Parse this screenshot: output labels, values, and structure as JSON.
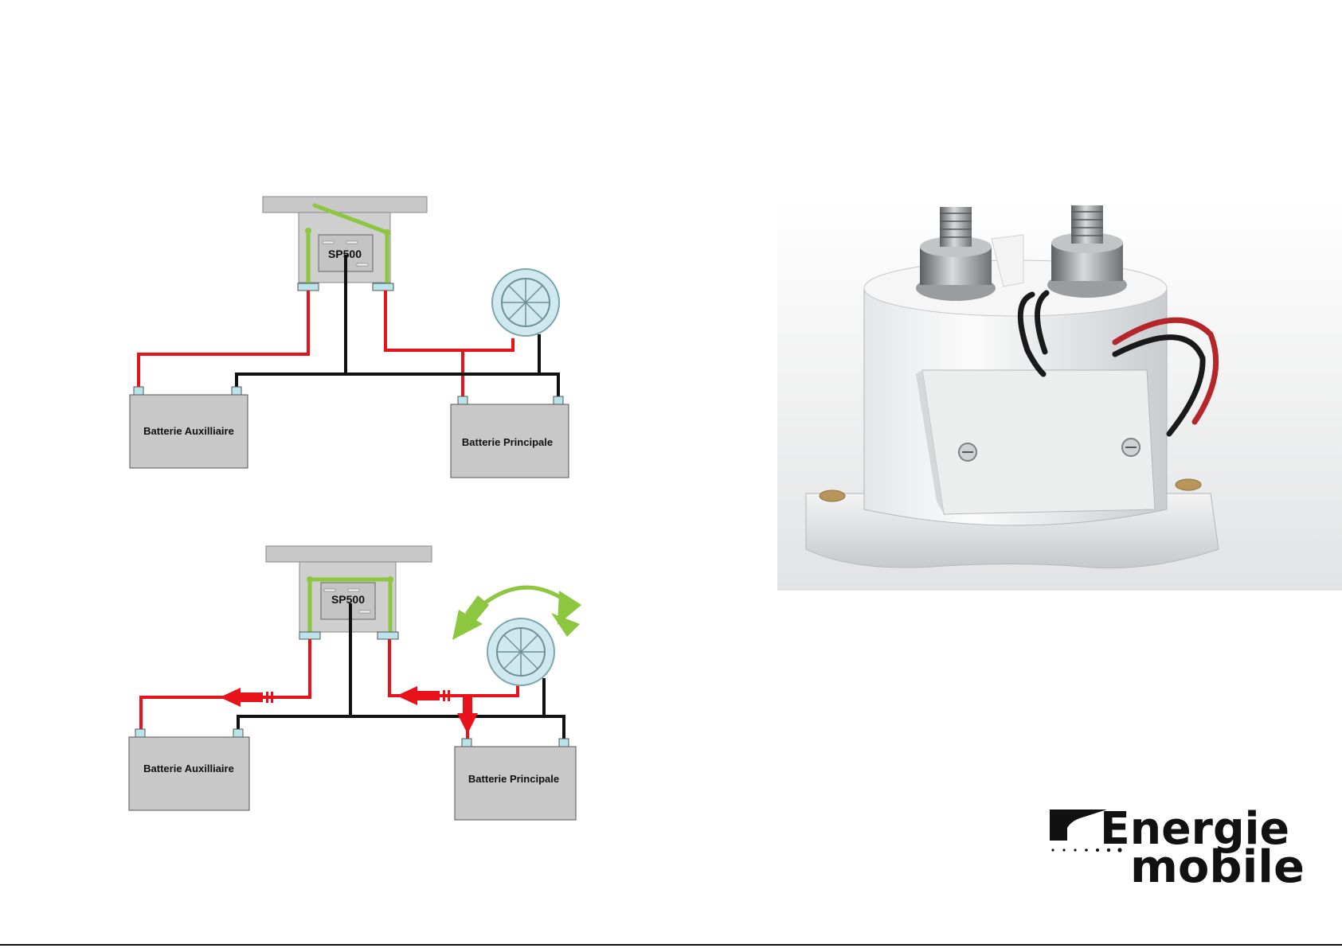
{
  "diagrams": {
    "top": {
      "relay_label": "SP500",
      "aux_battery_label": "Batterie Auxilliaire",
      "main_battery_label": "Batterie Principale"
    },
    "bottom": {
      "relay_label": "SP500",
      "aux_battery_label": "Batterie Auxilliaire",
      "main_battery_label": "Batterie Principale"
    }
  },
  "logo": {
    "line1": "Energie",
    "line2": "mobile"
  },
  "colors": {
    "positive_wire": "#e8121b",
    "negative_wire": "#111111",
    "relay_contact": "#8dc63f",
    "battery_fill": "#c8c8c8",
    "terminal_fill": "#b9e4ea",
    "alternator_fill": "#cfe9ee",
    "logo": "#111111"
  },
  "icons": [
    "relay-icon",
    "alternator-icon",
    "battery-icon",
    "current-flow-arrow-icon",
    "rotation-arrow-icon",
    "logo-leaf-icon"
  ]
}
